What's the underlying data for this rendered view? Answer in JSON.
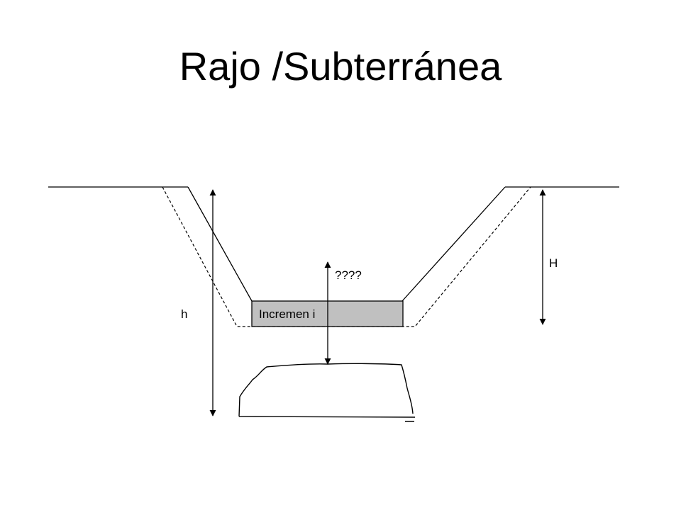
{
  "slide": {
    "title": "Rajo /Subterránea"
  },
  "diagram": {
    "labels": {
      "increment": "Incremen i",
      "unknown_height": "????",
      "total_height": "h",
      "pit_depth": "H"
    },
    "colors": {
      "increment_fill": "#c0c0c0",
      "line": "#000000",
      "background": "#ffffff"
    }
  }
}
